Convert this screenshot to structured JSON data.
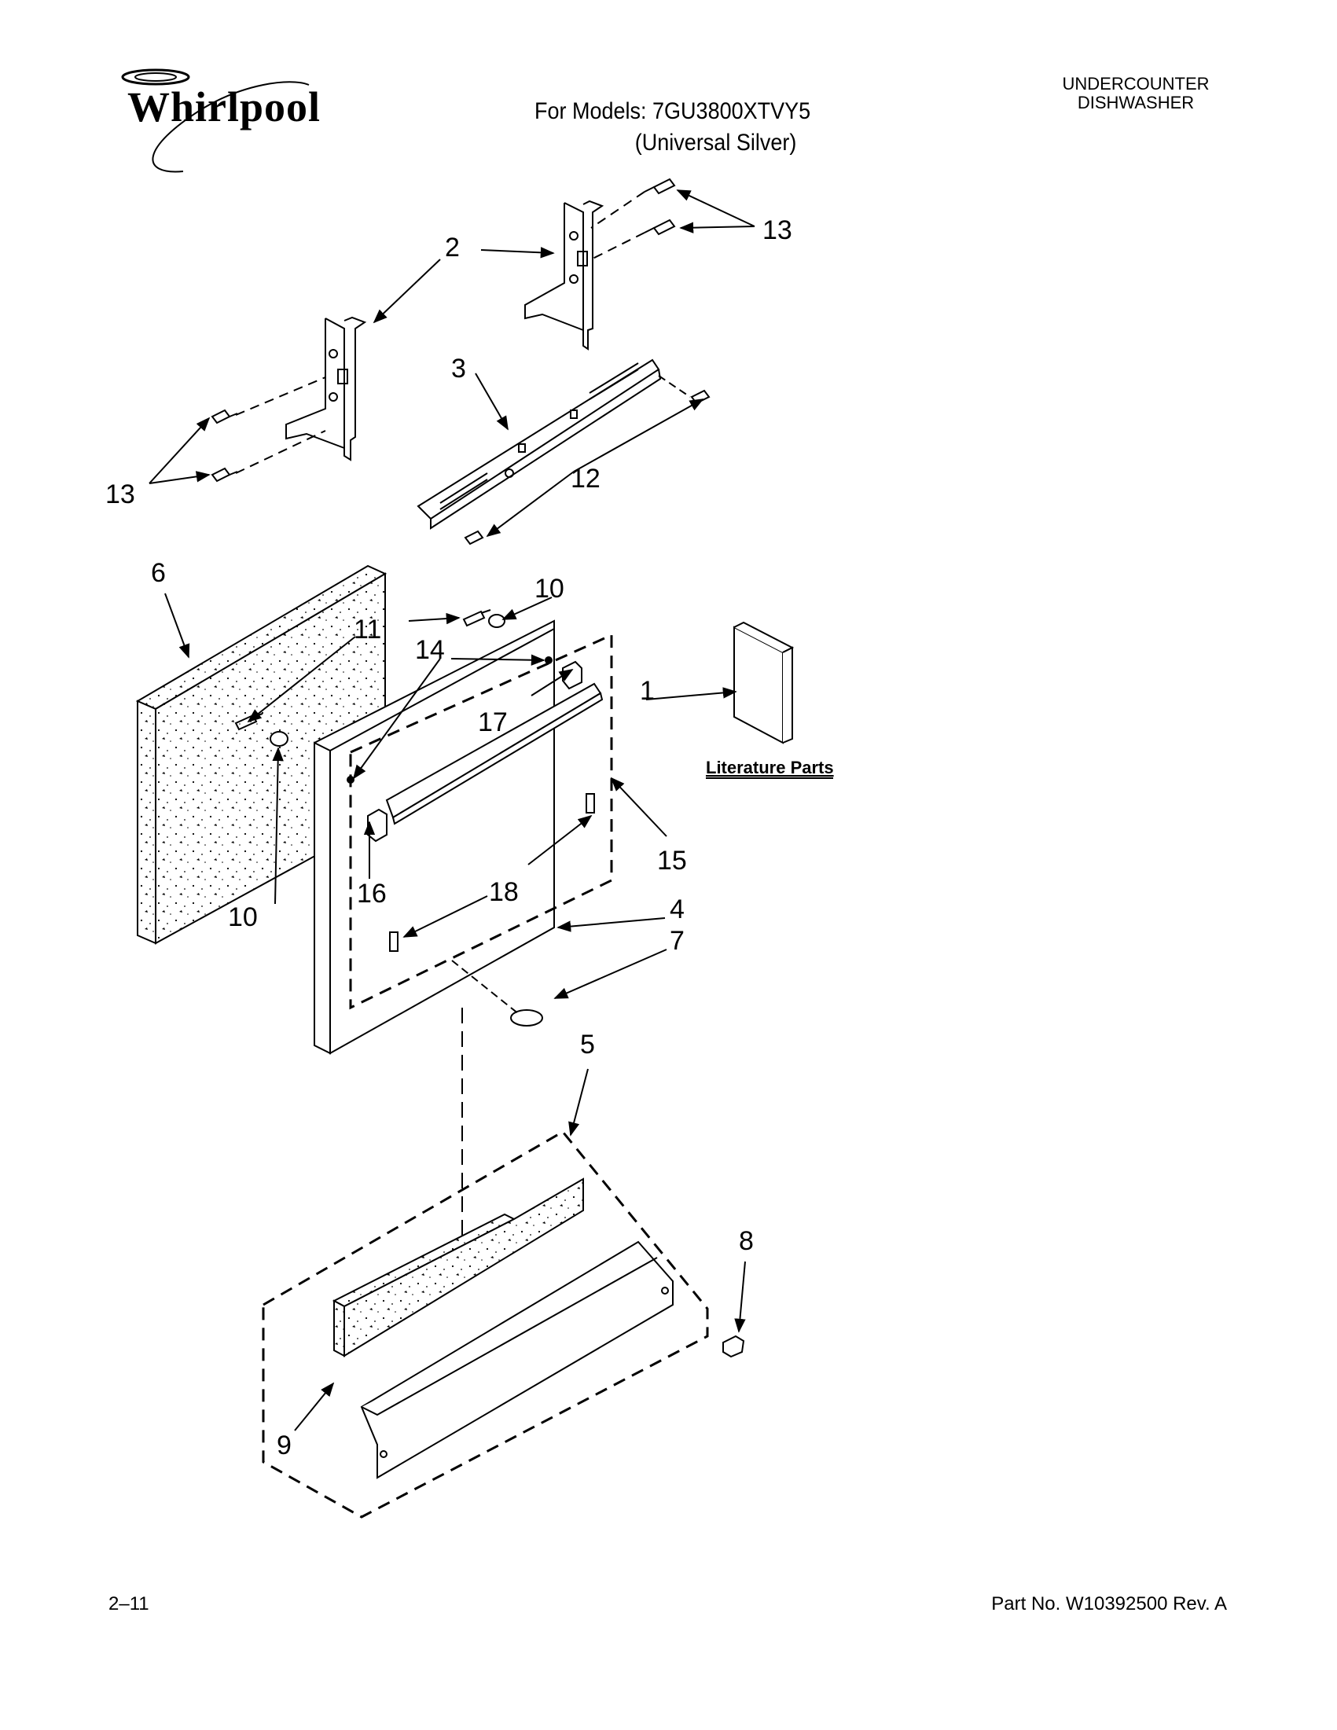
{
  "brand": {
    "name": "Whirlpool"
  },
  "header": {
    "models_line1": "For Models: 7GU3800XTVY5",
    "models_line2": "(Universal Silver)",
    "category_line1": "UNDERCOUNTER",
    "category_line2": "DISHWASHER"
  },
  "callouts": {
    "c1": "1",
    "c2": "2",
    "c3": "3",
    "c4": "4",
    "c5": "5",
    "c6": "6",
    "c7": "7",
    "c8": "8",
    "c9": "9",
    "c10a": "10",
    "c10b": "10",
    "c11": "11",
    "c12": "12",
    "c13a": "13",
    "c13b": "13",
    "c14": "14",
    "c15": "15",
    "c16": "16",
    "c17": "17",
    "c18": "18"
  },
  "literature_label": "Literature Parts",
  "footer": {
    "page": "2–11",
    "part_no": "Part No. W10392500 Rev. A"
  }
}
